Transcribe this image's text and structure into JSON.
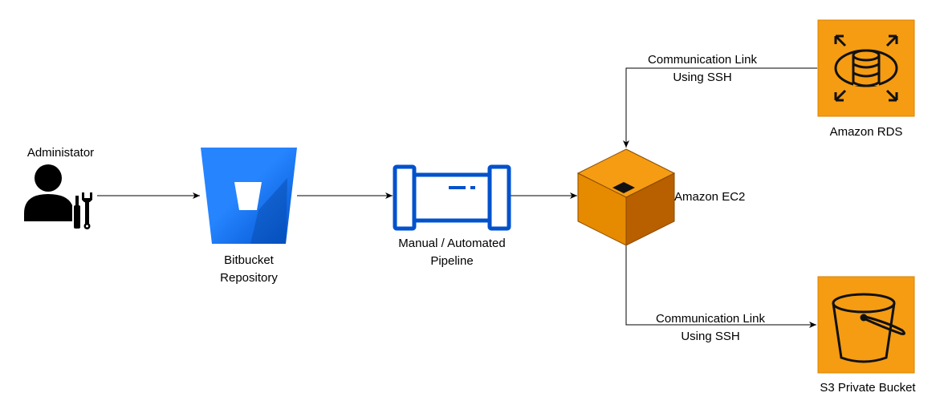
{
  "nodes": {
    "admin": {
      "label": "Administator",
      "icon": "admin-with-tools-icon"
    },
    "bitbucket": {
      "label_line1": "Bitbucket",
      "label_line2": "Repository",
      "icon": "bitbucket-icon"
    },
    "pipeline": {
      "label_line1": "Manual / Automated",
      "label_line2": "Pipeline",
      "icon": "pipeline-icon"
    },
    "ec2": {
      "label": "Amazon EC2",
      "icon": "ec2-cube-icon"
    },
    "rds": {
      "label": "Amazon RDS",
      "icon": "rds-icon"
    },
    "s3": {
      "label": "S3 Private Bucket",
      "icon": "s3-bucket-icon"
    }
  },
  "edges": {
    "rds_link": {
      "label_line1": "Communication Link",
      "label_line2": "Using SSH"
    },
    "s3_link": {
      "label_line1": "Communication Link",
      "label_line2": "Using SSH"
    }
  },
  "colors": {
    "aws_orange": "#f59c12",
    "bitbucket_blue": "#2684ff",
    "pipeline_blue": "#0052cc"
  }
}
